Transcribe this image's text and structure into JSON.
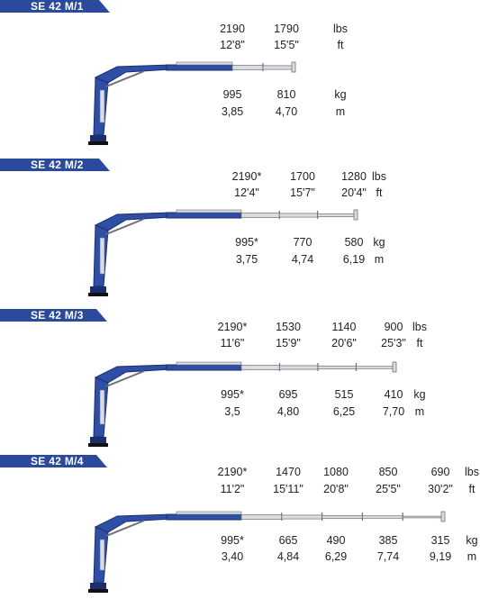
{
  "colors": {
    "banner": "#2b4a9b",
    "boom": "#2f4fa6",
    "boom_dark": "#1d2e6b",
    "steel": "#d9dde2",
    "steel_edge": "#6c7077"
  },
  "sections": [
    {
      "title": "SE 42 M/1",
      "top_values": [
        [
          "2190",
          "12'8\""
        ],
        [
          "1790",
          "15'5\""
        ]
      ],
      "top_unit": [
        "lbs",
        "ft"
      ],
      "bottom_values": [
        [
          "995",
          "3,85"
        ],
        [
          "810",
          "4,70"
        ]
      ],
      "bottom_unit": [
        "kg",
        "m"
      ]
    },
    {
      "title": "SE 42 M/2",
      "top_values": [
        [
          "2190*",
          "12'4\""
        ],
        [
          "1700",
          "15'7\""
        ],
        [
          "1280",
          "20'4\""
        ]
      ],
      "top_unit": [
        "lbs",
        "ft"
      ],
      "bottom_values": [
        [
          "995*",
          "3,75"
        ],
        [
          "770",
          "4,74"
        ],
        [
          "580",
          "6,19"
        ]
      ],
      "bottom_unit": [
        "kg",
        "m"
      ]
    },
    {
      "title": "SE 42 M/3",
      "top_values": [
        [
          "2190*",
          "11'6\""
        ],
        [
          "1530",
          "15'9\""
        ],
        [
          "1140",
          "20'6\""
        ],
        [
          "900",
          "25'3\""
        ]
      ],
      "top_unit": [
        "lbs",
        "ft"
      ],
      "bottom_values": [
        [
          "995*",
          "3,5"
        ],
        [
          "695",
          "4,80"
        ],
        [
          "515",
          "6,25"
        ],
        [
          "410",
          "7,70"
        ]
      ],
      "bottom_unit": [
        "kg",
        "m"
      ]
    },
    {
      "title": "SE 42 M/4",
      "top_values": [
        [
          "2190*",
          "11'2\""
        ],
        [
          "1470",
          "15'11\""
        ],
        [
          "1080",
          "20'8\""
        ],
        [
          "850",
          "25'5\""
        ],
        [
          "690",
          "30'2\""
        ]
      ],
      "top_unit": [
        "lbs",
        "ft"
      ],
      "bottom_values": [
        [
          "995*",
          "3,40"
        ],
        [
          "665",
          "4,84"
        ],
        [
          "490",
          "6,29"
        ],
        [
          "385",
          "7,74"
        ],
        [
          "315",
          "9,19"
        ]
      ],
      "bottom_unit": [
        "kg",
        "m"
      ]
    }
  ]
}
